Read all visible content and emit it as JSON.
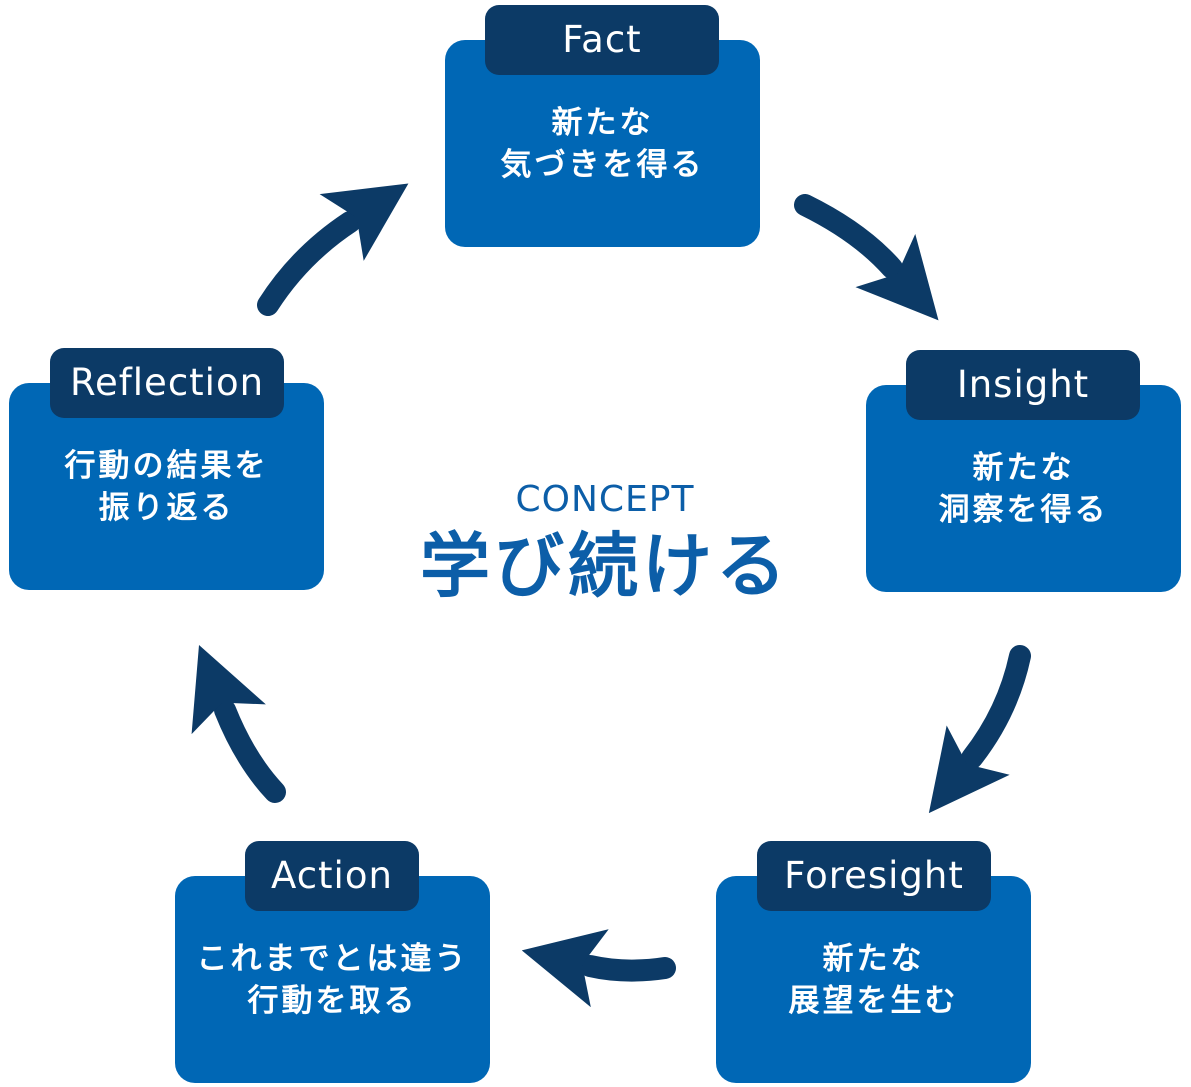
{
  "center": {
    "label": "CONCEPT",
    "title": "学び続ける"
  },
  "steps": [
    {
      "name": "Fact",
      "lines": [
        "新たな",
        "気づきを得る"
      ]
    },
    {
      "name": "Insight",
      "lines": [
        "新たな",
        "洞察を得る"
      ]
    },
    {
      "name": "Foresight",
      "lines": [
        "新たな",
        "展望を生む"
      ]
    },
    {
      "name": "Action",
      "lines": [
        "これまでとは違う",
        "行動を取る"
      ]
    },
    {
      "name": "Reflection",
      "lines": [
        "行動の結果を",
        "振り返る"
      ]
    }
  ],
  "colors": {
    "card": "#0067b5",
    "tab": "#0c3a66",
    "arrow": "#0c3a66",
    "center_text": "#0c5ea8"
  }
}
